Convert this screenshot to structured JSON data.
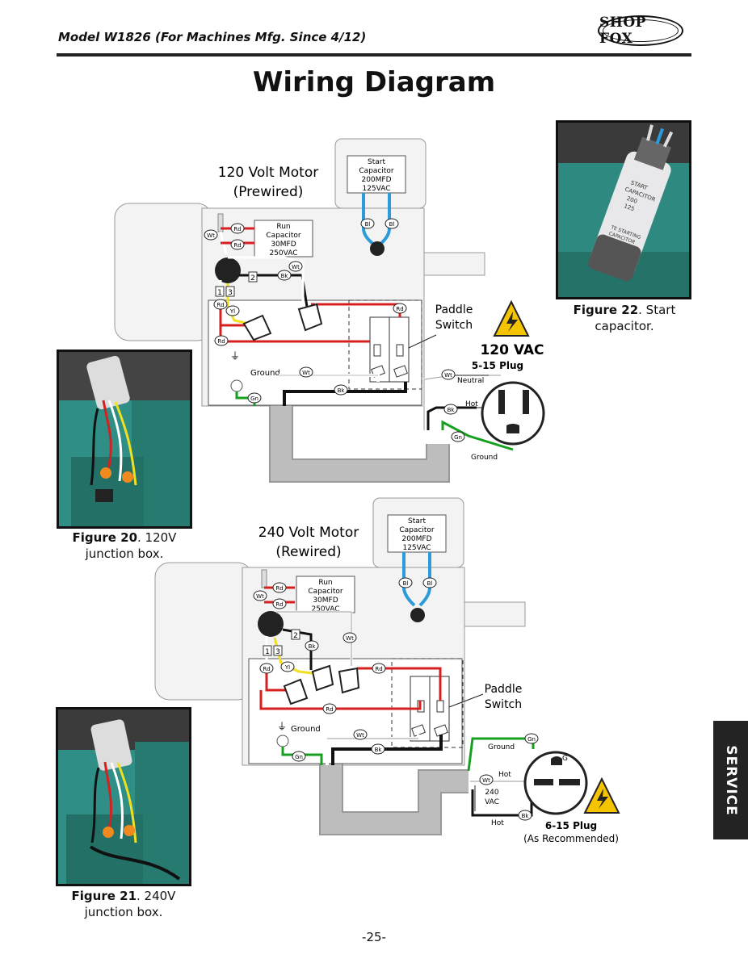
{
  "header": {
    "model": "Model W1826 (For Machines Mfg. Since 4/12)",
    "brand": "SHOP FOX"
  },
  "page_title": "Wiring Diagram",
  "tab_label": "SERVICE",
  "page_number": "-25-",
  "figures": {
    "fig20": {
      "num": "Figure 20",
      "line1": ". 120V",
      "line2": "junction box."
    },
    "fig21": {
      "num": "Figure 21",
      "line1": ". 240V",
      "line2": "junction box."
    },
    "fig22": {
      "num": "Figure 22",
      "line1": ". Start",
      "line2": "capacitor."
    },
    "fig22_photo_text": [
      "START",
      "CAPACITOR",
      "200",
      "125",
      "TE STARTING",
      "CAPACITOR"
    ]
  },
  "diagram_120": {
    "title1": "120 Volt Motor",
    "title2": "(Prewired)",
    "start_cap": [
      "Start",
      "Capacitor",
      "200MFD",
      "125VAC"
    ],
    "run_cap": [
      "Run",
      "Capacitor",
      "30MFD",
      "250VAC"
    ],
    "paddle": [
      "Paddle",
      "Switch"
    ],
    "voltage": "120 VAC",
    "plug": "5-15 Plug",
    "neutral": "Neutral",
    "hot": "Hot",
    "ground_plug": "Ground",
    "ground_box": "Ground"
  },
  "diagram_240": {
    "title1": "240 Volt Motor",
    "title2": "(Rewired)",
    "start_cap": [
      "Start",
      "Capacitor",
      "200MFD",
      "125VAC"
    ],
    "run_cap": [
      "Run",
      "Capacitor",
      "30MFD",
      "250VAC"
    ],
    "paddle": [
      "Paddle",
      "Switch"
    ],
    "plug1": "6-15 Plug",
    "plug2": "(As Recommended)",
    "ground_plug": "Ground",
    "hot_top": "Hot",
    "hot_bottom": "Hot",
    "vac1": "240",
    "vac2": "VAC",
    "ground_box": "Ground",
    "plug_ground_mark": "G"
  },
  "wire_tags": {
    "bl": "Bl",
    "rd": "Rd",
    "wt": "Wt",
    "bk": "Bk",
    "yl": "Yl",
    "gn": "Gn",
    "t1": "1",
    "t2": "2",
    "t3": "3"
  },
  "colors": {
    "red": "#d62020",
    "black": "#141414",
    "white": "#ffffff",
    "yellow": "#f0e020",
    "green": "#17a020",
    "blue": "#2d9bd9",
    "conduit": "#bdbdbd",
    "motor": "#f3f3f3",
    "warning_yellow": "#f5c400",
    "tab_bg": "#232323",
    "photo_teal": "#2f8f86"
  }
}
